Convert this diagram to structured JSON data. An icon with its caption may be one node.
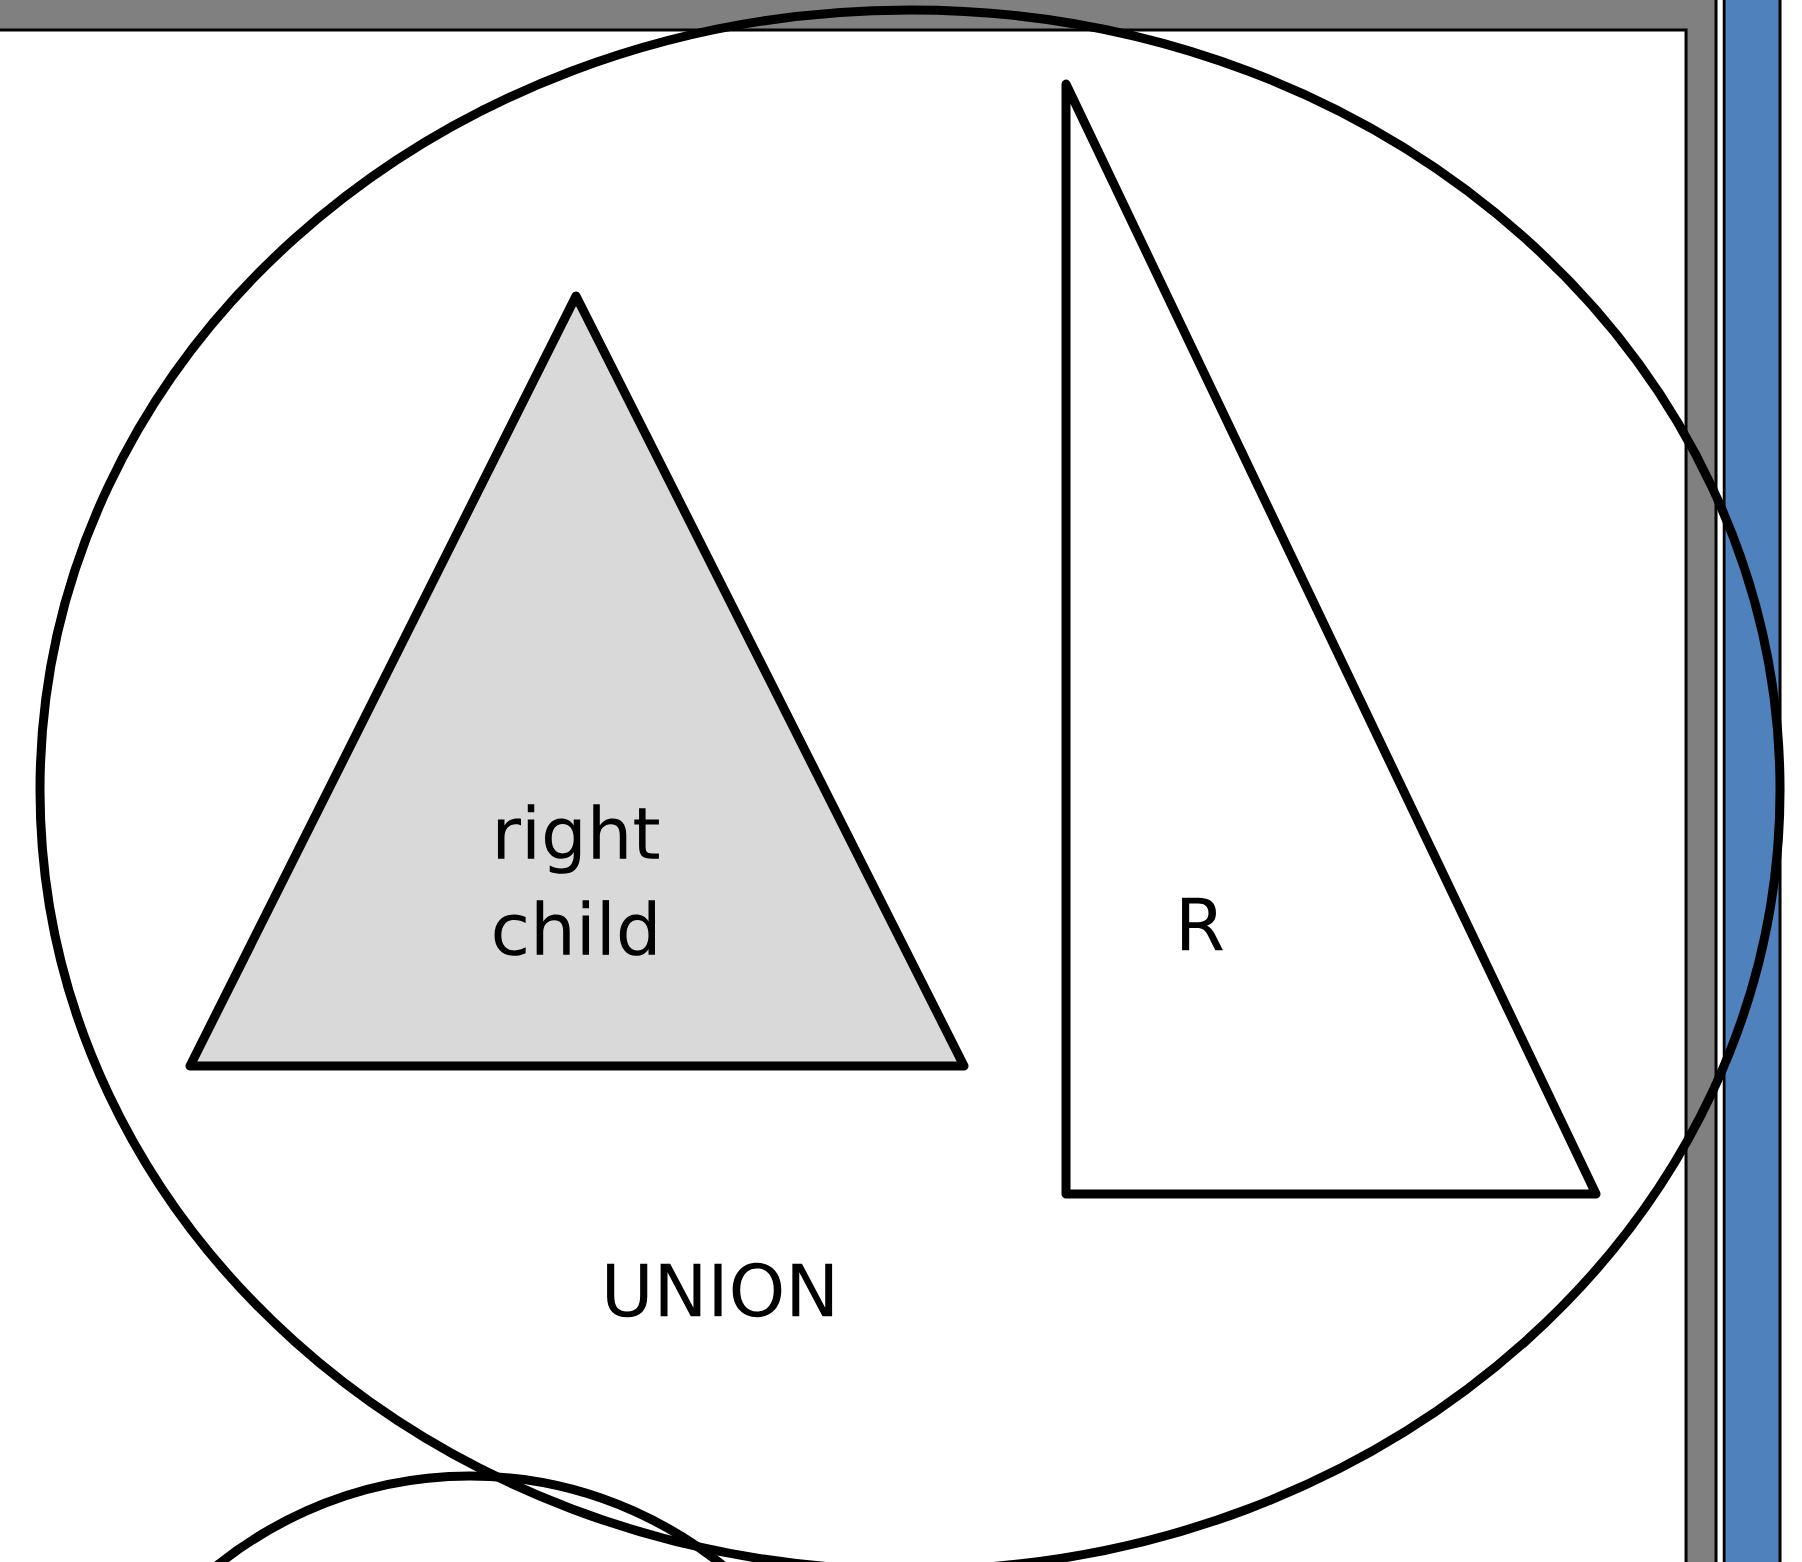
{
  "diagram": {
    "nodes": [
      {
        "text": [
          "UNION"
        ]
      },
      {
        "text": [
          "right child"
        ],
        "in": 0
      },
      {
        "text": [
          "R"
        ],
        "in": 0
      },
      {
        "text": [],
        "shape": "circle"
      }
    ]
  }
}
